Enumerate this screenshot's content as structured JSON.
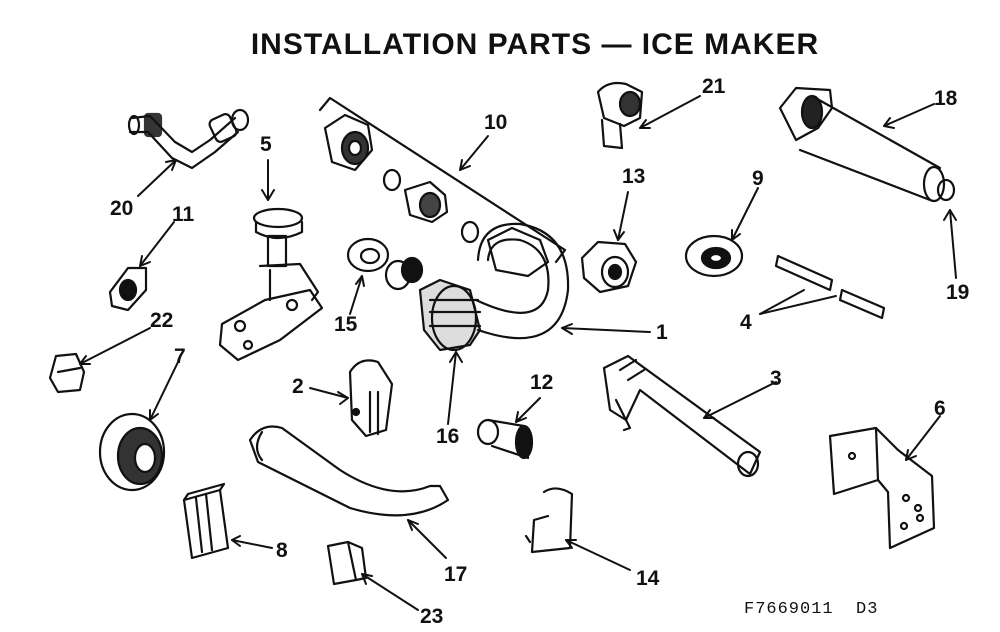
{
  "title": "INSTALLATION PARTS — ICE MAKER",
  "drawing_code": "F7669011  D3",
  "callouts": {
    "c1": "1",
    "c2": "2",
    "c3": "3",
    "c4": "4",
    "c5": "5",
    "c6": "6",
    "c7": "7",
    "c8": "8",
    "c9": "9",
    "c10": "10",
    "c11": "11",
    "c12": "12",
    "c13": "13",
    "c14": "14",
    "c15": "15",
    "c16": "16",
    "c17": "17",
    "c18": "18",
    "c19": "19",
    "c20": "20",
    "c21": "21",
    "c22": "22",
    "c23": "23"
  },
  "colors": {
    "ink": "#111111",
    "paper": "#ffffff",
    "shade": "#555555"
  }
}
